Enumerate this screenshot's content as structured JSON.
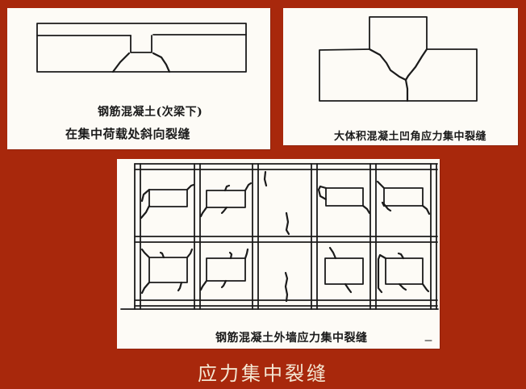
{
  "slide": {
    "title": "应力集中裂缝",
    "background_color": "#a8280c",
    "title_color": "#f4e6d2"
  },
  "panels": [
    {
      "id": "beam-diagram",
      "caption_line1": "钢筋混凝土(次梁下)",
      "caption_line2": "在集中荷载处斜向裂缝"
    },
    {
      "id": "mass-concrete-diagram",
      "caption_line1": "大体积混凝土凹角应力集中裂缝"
    },
    {
      "id": "wall-diagram",
      "caption_line1": "钢筋混凝土外墙应力集中裂缝"
    }
  ]
}
